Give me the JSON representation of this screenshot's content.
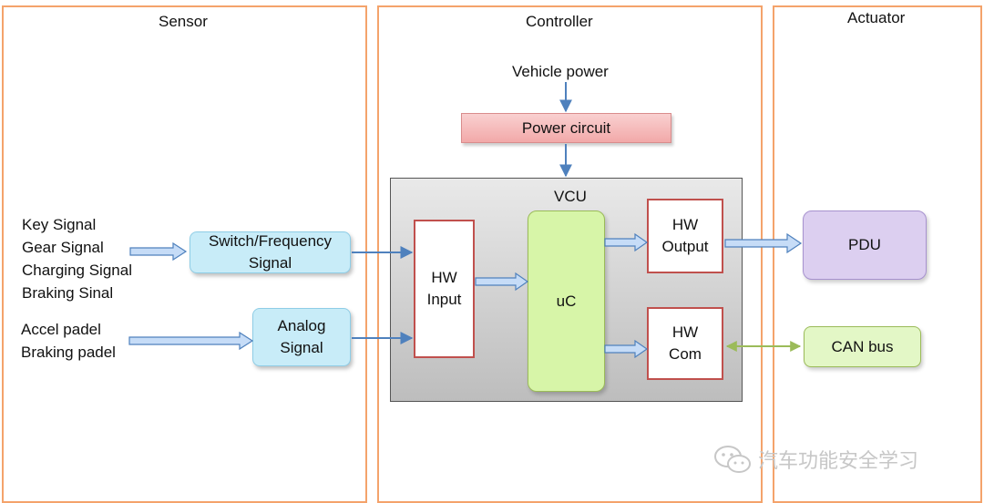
{
  "panels": {
    "sensor": "Sensor",
    "controller": "Controller",
    "actuator": "Actuator"
  },
  "inputs": {
    "digital": [
      "Key Signal",
      "Gear Signal",
      "Charging Signal",
      "Braking Sinal"
    ],
    "analog": [
      "Accel padel",
      "Braking padel"
    ]
  },
  "sensor_blocks": {
    "switch_frequency": [
      "Switch/Frequency",
      "Signal"
    ],
    "analog": [
      "Analog",
      "Signal"
    ]
  },
  "controller": {
    "vehicle_power": "Vehicle power",
    "power_circuit": "Power circuit",
    "vcu": "VCU",
    "hw_input": [
      "HW",
      "Input"
    ],
    "uc": "uC",
    "hw_output": [
      "HW",
      "Output"
    ],
    "hw_com": [
      "HW",
      "Com"
    ]
  },
  "actuators": {
    "pdu": "PDU",
    "can_bus": "CAN bus"
  },
  "watermark": "汽车功能安全学习",
  "colors": {
    "panel_border": "#f4a36b",
    "signal_block": "#c8ecf8",
    "power_circuit": "#f6bcbc",
    "vcu_fill": "#d9d9d9",
    "uc_fill": "#d7f5a8",
    "hw_border": "#c0504d",
    "pdu_fill": "#dccff0",
    "can_fill": "#e3f7c6",
    "connector": "#4f81bd",
    "can_link": "#9bbb59"
  }
}
